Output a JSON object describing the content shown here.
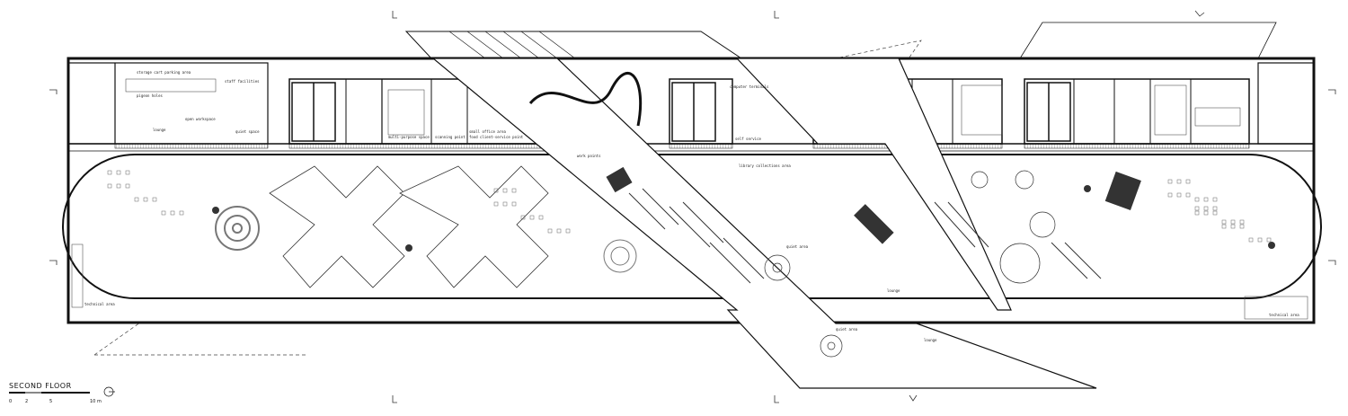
{
  "plan": {
    "title": "SECOND FLOOR",
    "scale_labels": [
      "0",
      "2",
      "5",
      "10 m"
    ],
    "labels": {
      "storage_cart": "storage cart parking area",
      "staff_facilities": "staff facilities",
      "open_workspace": "open workspace",
      "lounge_left": "lounge",
      "pigeon_holes": "pigeon holes",
      "quiet_space": "quiet space",
      "multi_purpose": "multi-purpose space",
      "scanning_point": "scanning point",
      "small_office": "small office area",
      "food_client": "food client-service point",
      "computer_terminals": "computer terminals",
      "self_service": "self service",
      "work_points": "work points",
      "library_collections": "library collections area",
      "quiet_area_mid": "quiet area",
      "lounge_mid": "lounge",
      "quiet_area_bottom": "quiet area",
      "lounge_bottom": "lounge",
      "technical_left": "technical area",
      "technical_right": "technical area"
    }
  }
}
